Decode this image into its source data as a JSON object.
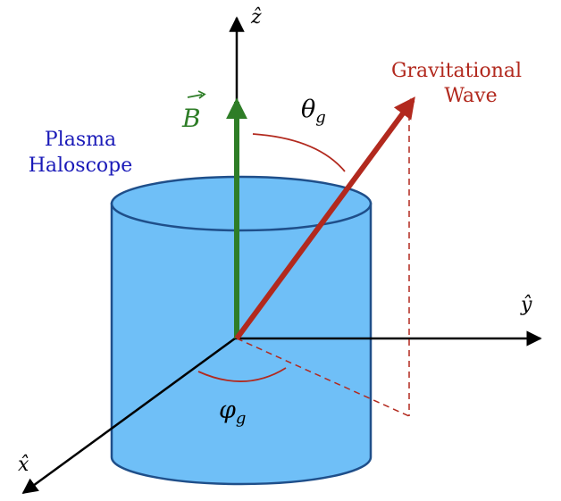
{
  "labels": {
    "z_axis": "ẑ",
    "y_axis": "ŷ",
    "x_axis": "x̂",
    "b_field": "B",
    "theta": "θ",
    "theta_sub": "g",
    "phi": "φ",
    "phi_sub": "g",
    "haloscope_line1": "Plasma",
    "haloscope_line2": "Haloscope",
    "wave_line1": "Gravitational",
    "wave_line2": "Wave"
  },
  "colors": {
    "axis": "#000000",
    "b_field": "#2e7d27",
    "wave": "#b2291e",
    "haloscope_text": "#1a1ab8",
    "cylinder_fill": "#6fbff7",
    "cylinder_stroke": "#1f4f8a"
  },
  "icons": {
    "b_vector_arrow": "right-arrow-icon"
  }
}
